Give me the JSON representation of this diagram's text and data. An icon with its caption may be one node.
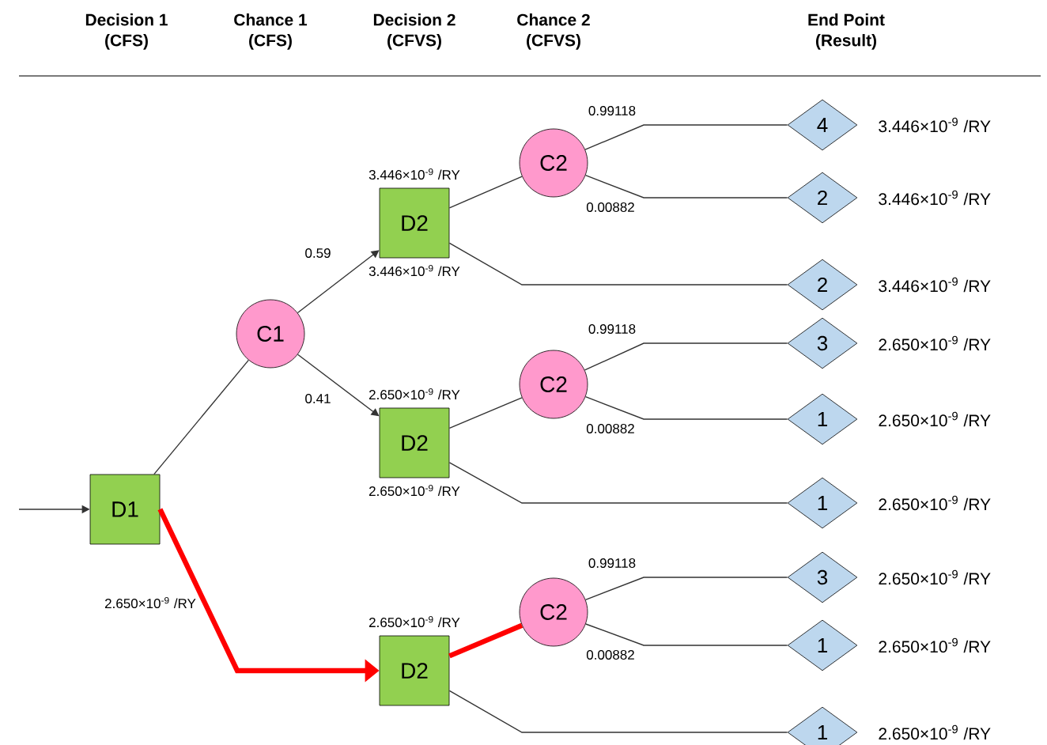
{
  "diagram": {
    "nodes": [
      {
        "text": [
          "D1"
        ],
        "beside": [
          "2.650×10$^{-9}$ /RY"
        ]
      },
      {
        "text": [
          "C1"
        ]
      },
      {
        "text": [
          "D2"
        ],
        "beside": [
          "3.446×10$^{-9}$ /RY",
          "3.446×10$^{-9}$ /RY"
        ]
      },
      {
        "text": [
          "D2"
        ],
        "beside": [
          "2.650×10$^{-9}$ /RY",
          "2.650×10$^{-9}$ /RY"
        ]
      },
      {
        "text": [
          "D2"
        ],
        "beside": [
          "2.650×10$^{-9}$ /RY"
        ]
      },
      {
        "text": [
          "C2"
        ]
      },
      {
        "text": [
          "C2"
        ]
      },
      {
        "text": [
          "C2"
        ]
      },
      {
        "text": [
          "4"
        ],
        "beside": [
          "3.446×10$^{-9}$ /RY"
        ]
      },
      {
        "text": [
          "2"
        ],
        "beside": [
          "3.446×10$^{-9}$ /RY"
        ]
      },
      {
        "text": [
          "2"
        ],
        "beside": [
          "3.446×10$^{-9}$ /RY"
        ]
      },
      {
        "text": [
          "3"
        ],
        "beside": [
          "2.650×10$^{-9}$ /RY"
        ]
      },
      {
        "text": [
          "1"
        ],
        "beside": [
          "2.650×10$^{-9}$ /RY"
        ]
      },
      {
        "text": [
          "1"
        ],
        "beside": [
          "2.650×10$^{-9}$ /RY"
        ]
      },
      {
        "text": [
          "3"
        ],
        "beside": [
          "2.650×10$^{-9}$ /RY"
        ]
      },
      {
        "text": [
          "1"
        ],
        "beside": [
          "2.650×10$^{-9}$ /RY"
        ]
      },
      {
        "text": [
          "1"
        ],
        "beside": [
          "2.650×10$^{-9}$ /RY"
        ]
      }
    ],
    "edges": [
      {
        "from": null,
        "to": 0,
        "arrow": "to"
      },
      {
        "from": 0,
        "to": 1,
        "arrow": "none"
      },
      {
        "from": 0,
        "to": 4,
        "arrow": "to",
        "style": "thick",
        "color": "#ff0000"
      },
      {
        "from": 1,
        "to": 2,
        "arrow": "to",
        "label": "0.59"
      },
      {
        "from": 1,
        "to": 3,
        "arrow": "to",
        "label": "0.41"
      },
      {
        "from": 2,
        "to": 5,
        "arrow": "none"
      },
      {
        "from": 3,
        "to": 6,
        "arrow": "none"
      },
      {
        "from": 4,
        "to": 7,
        "arrow": "none",
        "style": "thick",
        "color": "#ff0000"
      },
      {
        "from": 5,
        "to": 8,
        "arrow": "none",
        "label": "0.99118"
      },
      {
        "from": 5,
        "to": 9,
        "arrow": "none",
        "label": "0.00882"
      },
      {
        "from": 2,
        "to": 10,
        "arrow": "none"
      },
      {
        "from": 6,
        "to": 11,
        "arrow": "none",
        "label": "0.99118"
      },
      {
        "from": 6,
        "to": 12,
        "arrow": "none",
        "label": "0.00882"
      },
      {
        "from": 3,
        "to": 13,
        "arrow": "none"
      },
      {
        "from": 7,
        "to": 14,
        "arrow": "none",
        "label": "0.99118"
      },
      {
        "from": 7,
        "to": 15,
        "arrow": "none",
        "label": "0.00882"
      },
      {
        "from": 4,
        "to": 16,
        "arrow": "none"
      }
    ],
    "labels": [
      "Decision 1 (CFS)",
      "Chance 1 (CFS)",
      "Decision 2 (CFVS)",
      "Chance 2 (CFVS)",
      "End Point (Result)"
    ]
  }
}
